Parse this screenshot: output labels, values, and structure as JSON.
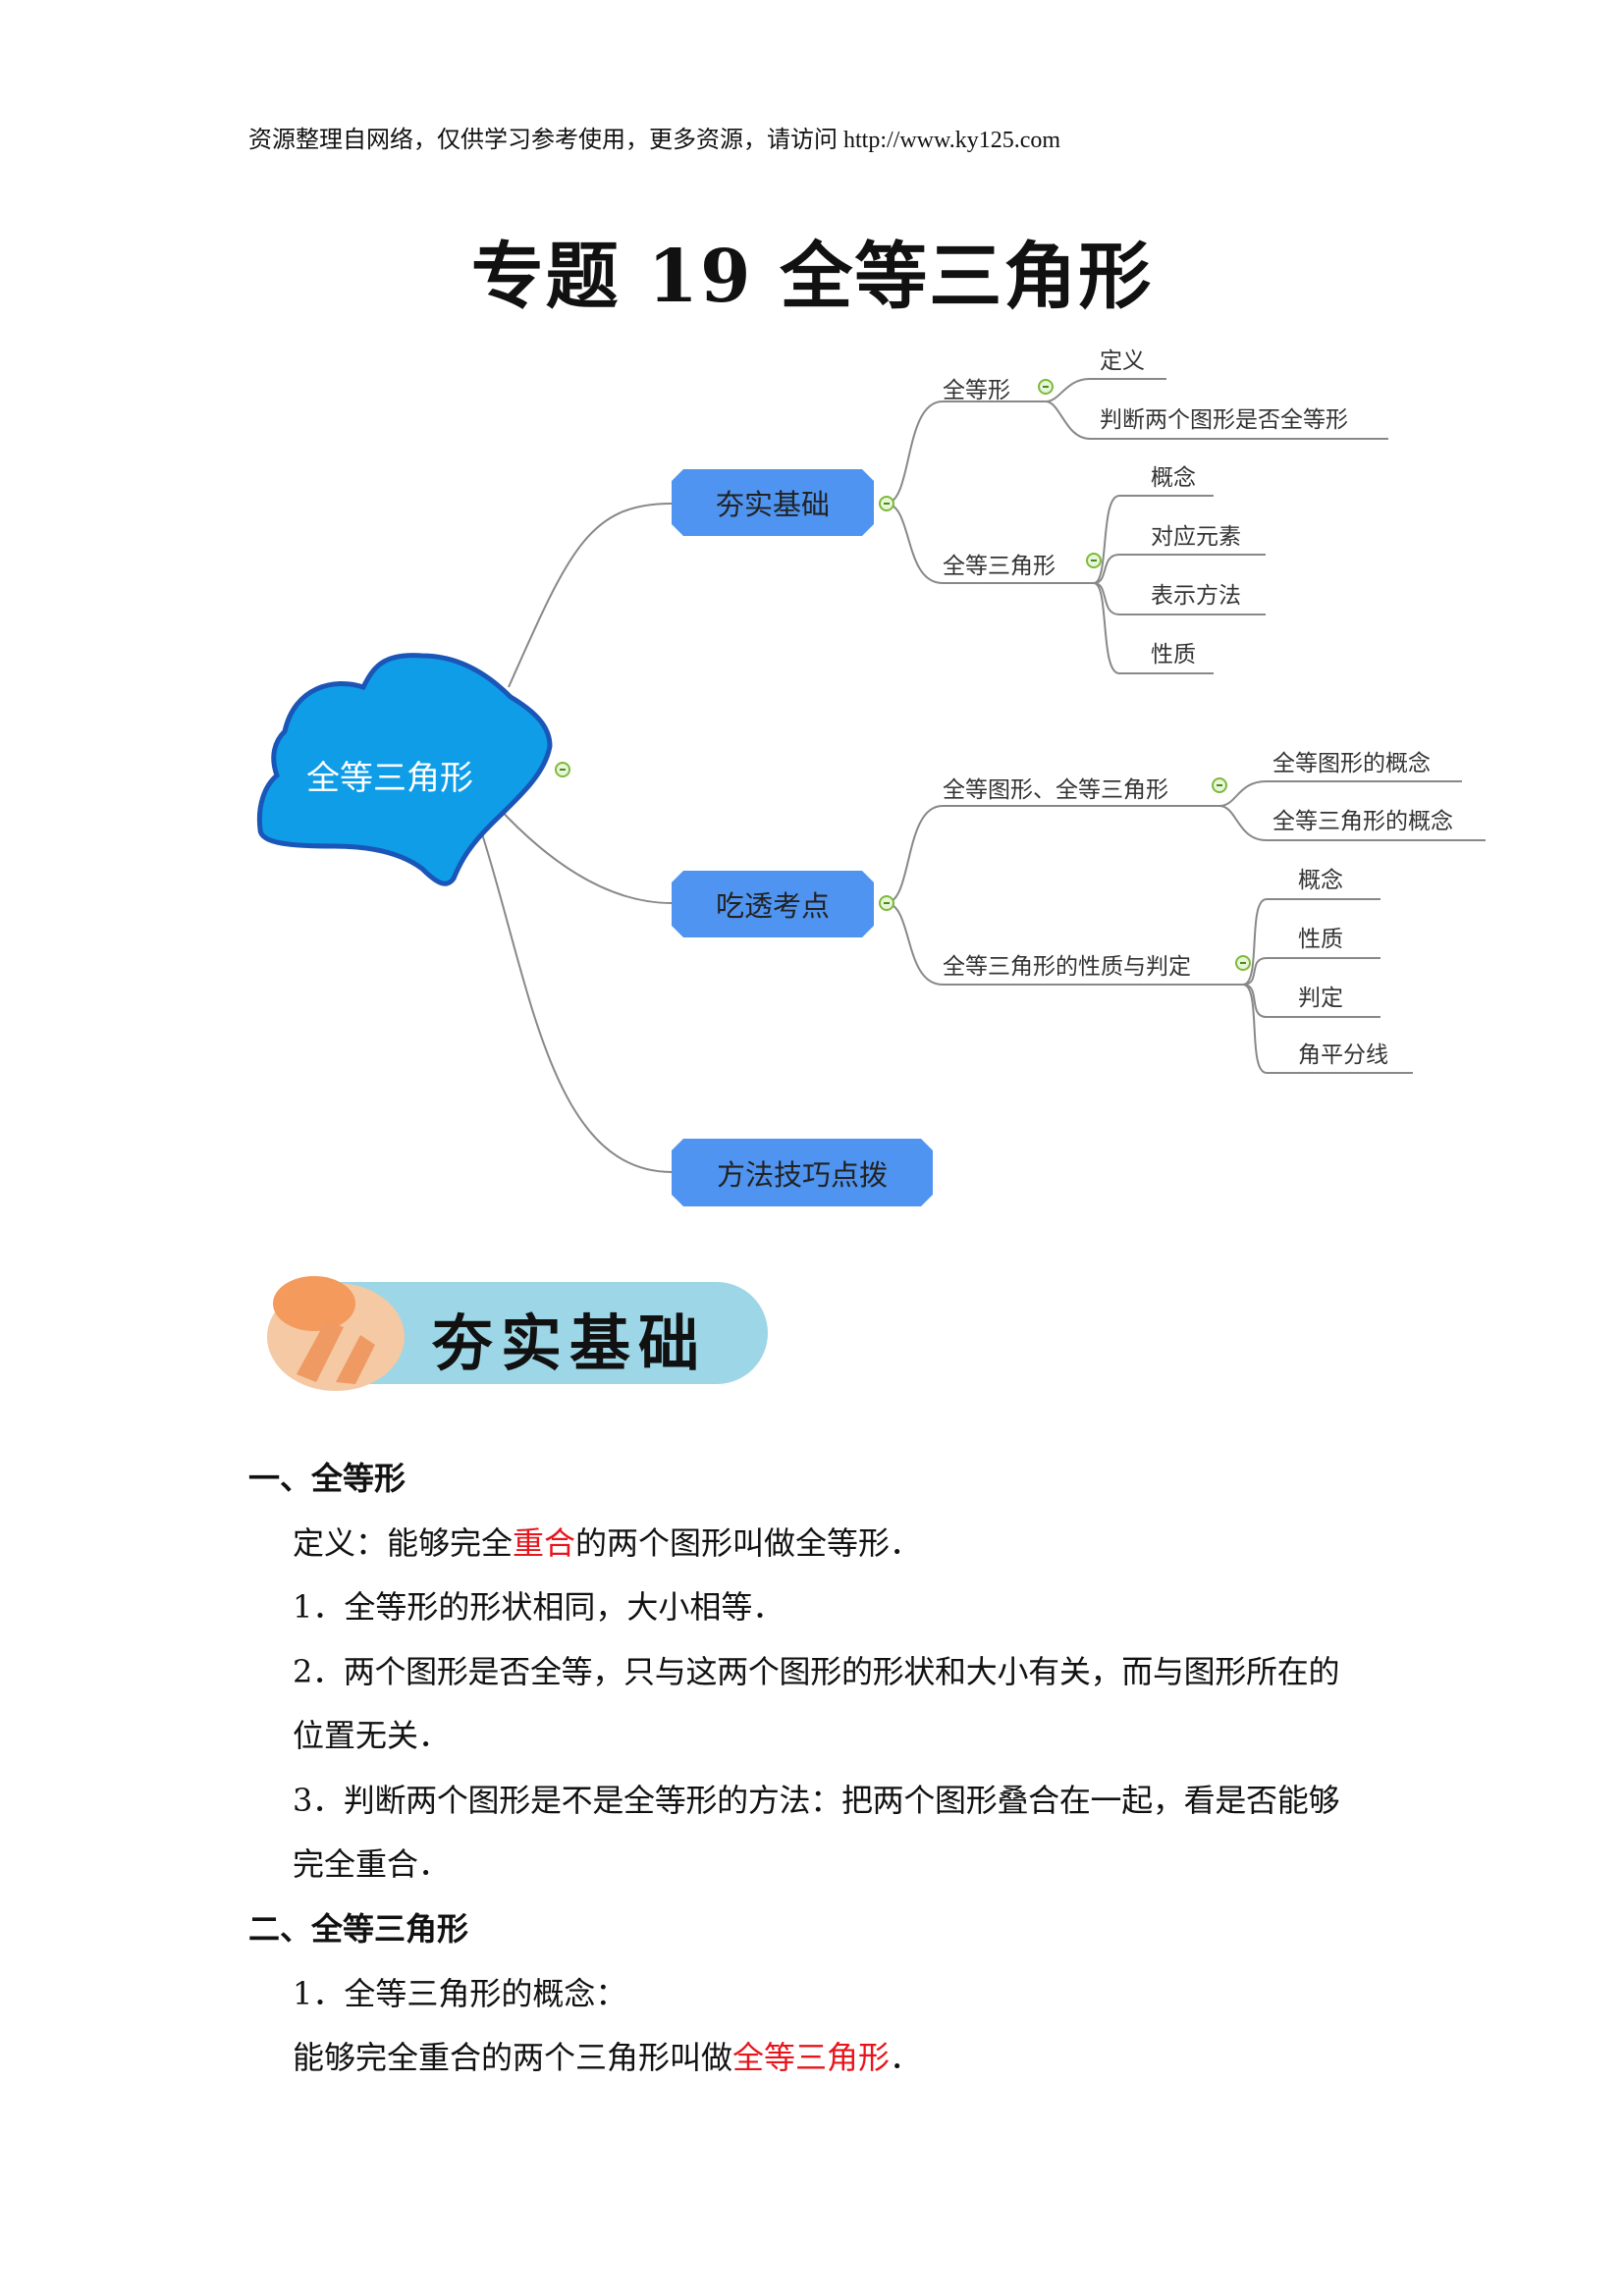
{
  "header": {
    "note": "资源整理自网络，仅供学习参考使用，更多资源，请访问 http://www.ky125.com"
  },
  "title": "专题 19  全等三角形",
  "mindmap": {
    "root": "全等三角形",
    "branches": [
      {
        "label": "夯实基础",
        "children": [
          {
            "label": "全等形",
            "children": [
              "定义",
              "判断两个图形是否全等形"
            ]
          },
          {
            "label": "全等三角形",
            "children": [
              "概念",
              "对应元素",
              "表示方法",
              "性质"
            ]
          }
        ]
      },
      {
        "label": "吃透考点",
        "children": [
          {
            "label": "全等图形、全等三角形",
            "children": [
              "全等图形的概念",
              "全等三角形的概念"
            ]
          },
          {
            "label": "全等三角形的性质与判定",
            "children": [
              "概念",
              "性质",
              "判定",
              "角平分线"
            ]
          }
        ]
      },
      {
        "label": "方法技巧点拨"
      }
    ]
  },
  "section_banner": "夯实基础",
  "content": {
    "h1": "一、全等形",
    "def_a": "定义：能够完全",
    "def_red": "重合",
    "def_b": "的两个图形叫做全等形．",
    "p1": "1．全等形的形状相同，大小相等．",
    "p2_line1": "2．两个图形是否全等，只与这两个图形的形状和大小有关，而与图形所在的",
    "p2_line2": "位置无关．",
    "p3_line1": "3．判断两个图形是不是全等形的方法：把两个图形叠合在一起，看是否能够",
    "p3_line2": "完全重合．",
    "h2": "二、全等三角形",
    "q1": "1．全等三角形的概念：",
    "q1_def_a": "能够完全重合的两个三角形叫做",
    "q1_def_red": "全等三角形",
    "q1_def_b": "．"
  },
  "colors": {
    "node": "#4f94f0",
    "root": "#0f9de8",
    "accent_red": "#e8141b",
    "banner": "#9dd6e6"
  }
}
